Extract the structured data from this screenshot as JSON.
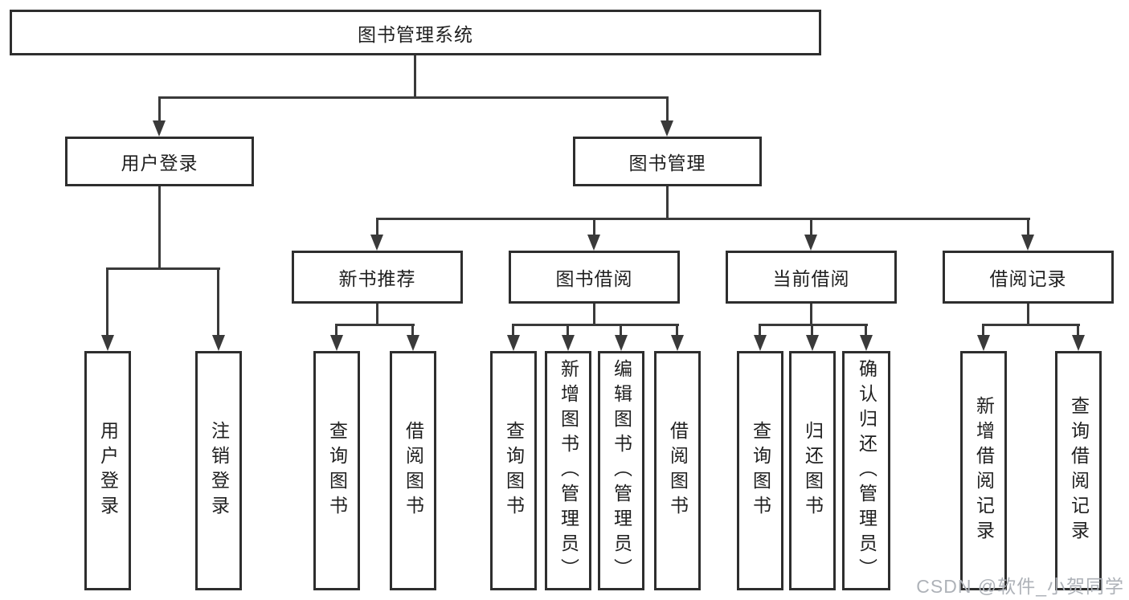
{
  "colors": {
    "line": "#3a3a3a",
    "border": "#2e2e2e",
    "text": "#1f1f1f",
    "watermark": "#aeb2b8"
  },
  "watermark": {
    "text": "CSDN @软件_小贺同学"
  },
  "tree": {
    "label": "图书管理系统",
    "children": [
      {
        "label": "用户登录",
        "children": [
          {
            "label": "用户登录"
          },
          {
            "label": "注销登录"
          }
        ]
      },
      {
        "label": "图书管理",
        "children": [
          {
            "label": "新书推荐",
            "children": [
              {
                "label": "查询图书"
              },
              {
                "label": "借阅图书"
              }
            ]
          },
          {
            "label": "图书借阅",
            "children": [
              {
                "label": "查询图书"
              },
              {
                "label": "新增图书（管理员）"
              },
              {
                "label": "编辑图书（管理员）"
              },
              {
                "label": "借阅图书"
              }
            ]
          },
          {
            "label": "当前借阅",
            "children": [
              {
                "label": "查询图书"
              },
              {
                "label": "归还图书"
              },
              {
                "label": "确认归还（管理员）"
              }
            ]
          },
          {
            "label": "借阅记录",
            "children": [
              {
                "label": "新增借阅记录"
              },
              {
                "label": "查询借阅记录"
              }
            ]
          }
        ]
      }
    ]
  }
}
